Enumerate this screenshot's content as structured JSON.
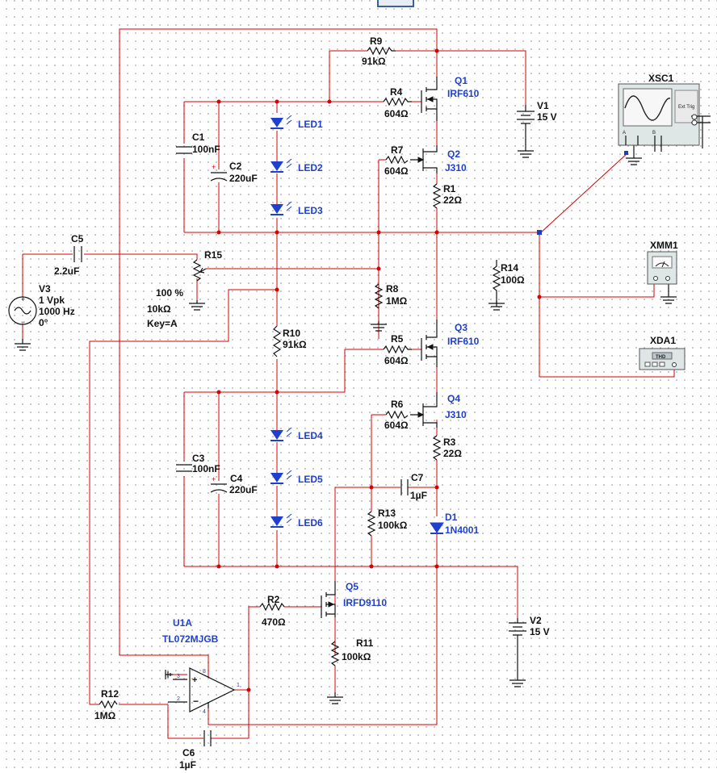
{
  "components": {
    "R9": {
      "ref": "R9",
      "value": "91kΩ"
    },
    "R4": {
      "ref": "R4",
      "value": "604Ω"
    },
    "R7": {
      "ref": "R7",
      "value": "604Ω"
    },
    "R1": {
      "ref": "R1",
      "value": "22Ω"
    },
    "R8": {
      "ref": "R8",
      "value": "1MΩ"
    },
    "R10": {
      "ref": "R10",
      "value": "91kΩ"
    },
    "R5": {
      "ref": "R5",
      "value": "604Ω"
    },
    "R6": {
      "ref": "R6",
      "value": "604Ω"
    },
    "R3": {
      "ref": "R3",
      "value": "22Ω"
    },
    "R13": {
      "ref": "R13",
      "value": "100kΩ"
    },
    "R2": {
      "ref": "R2",
      "value": "470Ω"
    },
    "R11": {
      "ref": "R11",
      "value": "100kΩ"
    },
    "R12": {
      "ref": "R12",
      "value": "1MΩ"
    },
    "R14": {
      "ref": "R14",
      "value": "100Ω"
    },
    "R15": {
      "ref": "R15",
      "percent": "100 %",
      "value": "10kΩ",
      "key": "Key=A"
    },
    "C1": {
      "ref": "C1",
      "value": "100nF"
    },
    "C2": {
      "ref": "C2",
      "value": "220uF"
    },
    "C3": {
      "ref": "C3",
      "value": "100nF"
    },
    "C4": {
      "ref": "C4",
      "value": "220uF"
    },
    "C5": {
      "ref": "C5",
      "value": "2.2uF"
    },
    "C6": {
      "ref": "C6",
      "value": "1µF"
    },
    "C7": {
      "ref": "C7",
      "value": "1µF"
    },
    "Q1": {
      "ref": "Q1",
      "model": "IRF610"
    },
    "Q2": {
      "ref": "Q2",
      "model": "J310"
    },
    "Q3": {
      "ref": "Q3",
      "model": "IRF610"
    },
    "Q4": {
      "ref": "Q4",
      "model": "J310"
    },
    "Q5": {
      "ref": "Q5",
      "model": "IRFD9110"
    },
    "D1": {
      "ref": "D1",
      "model": "1N4001"
    },
    "U1A": {
      "ref": "U1A",
      "model": "TL072MJGB"
    },
    "LED1": {
      "ref": "LED1"
    },
    "LED2": {
      "ref": "LED2"
    },
    "LED3": {
      "ref": "LED3"
    },
    "LED4": {
      "ref": "LED4"
    },
    "LED5": {
      "ref": "LED5"
    },
    "LED6": {
      "ref": "LED6"
    },
    "V1": {
      "ref": "V1",
      "value": "15 V"
    },
    "V2": {
      "ref": "V2",
      "value": "15 V"
    },
    "V3": {
      "ref": "V3",
      "amp": "1 Vpk",
      "freq": "1000 Hz",
      "phase": "0°"
    }
  },
  "instruments": {
    "XSC1": {
      "ref": "XSC1",
      "ext": "Ext Trig",
      "a": "A",
      "b": "B"
    },
    "XMM1": {
      "ref": "XMM1"
    },
    "XDA1": {
      "ref": "XDA1",
      "display": "THD"
    }
  },
  "colors": {
    "wire": "#d80000",
    "label": "#111111",
    "semi": "#1f3fd0"
  }
}
